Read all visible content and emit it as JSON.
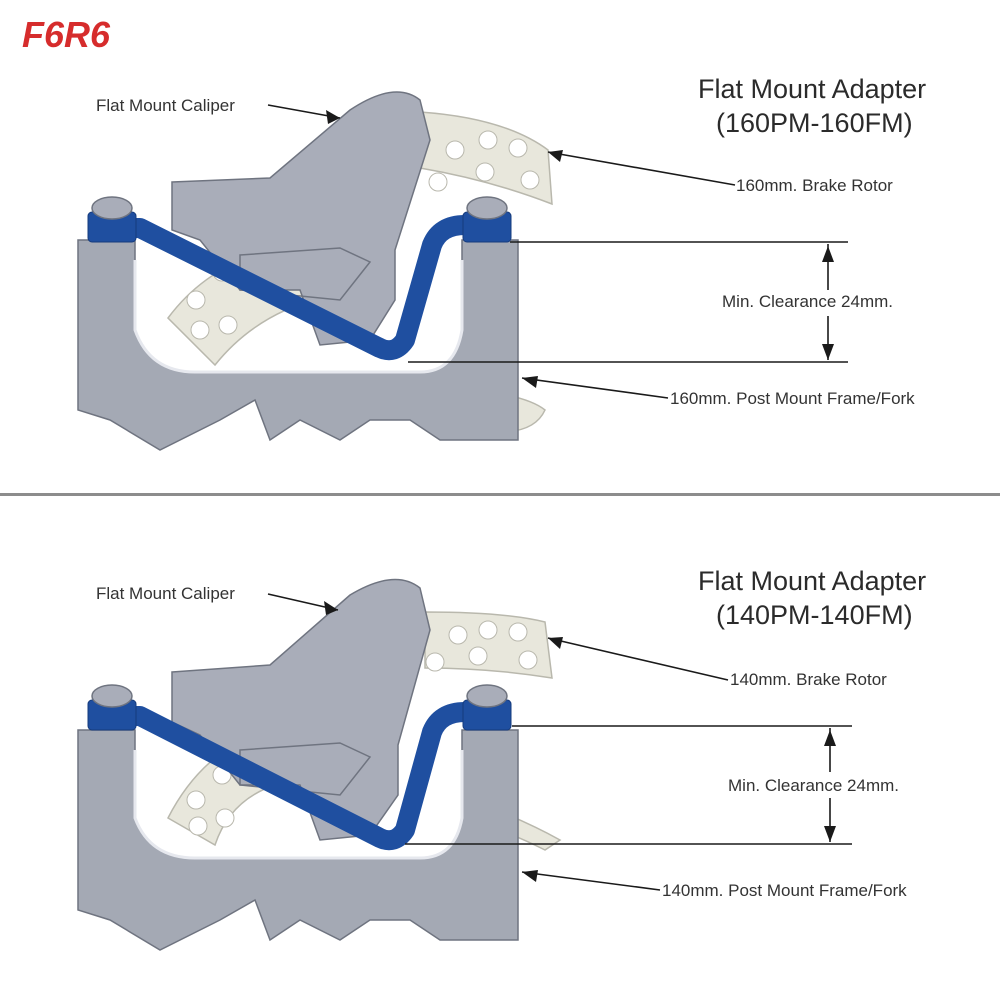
{
  "brand": {
    "text": "F6R6",
    "color": "#d62c2c"
  },
  "colors": {
    "adapter": "#1f4fa0",
    "adapter_dark": "#163b7c",
    "mount": "#a4a9b4",
    "mount_edge": "#6f7480",
    "caliper": "#a9adb9",
    "rotor": "#e8e7dc",
    "rotor_edge": "#b9b8ad",
    "divider": "#8c8c8c"
  },
  "panels": [
    {
      "title_line1": "Flat Mount Adapter",
      "title_line2": "(160PM-160FM)",
      "caliper_label": "Flat Mount Caliper",
      "rotor_label": "160mm. Brake Rotor",
      "clearance_label": "Min. Clearance 24mm.",
      "frame_label": "160mm. Post Mount Frame/Fork"
    },
    {
      "title_line1": "Flat Mount Adapter",
      "title_line2": "(140PM-140FM)",
      "caliper_label": "Flat Mount Caliper",
      "rotor_label": "140mm. Brake Rotor",
      "clearance_label": "Min. Clearance 24mm.",
      "frame_label": "140mm. Post Mount Frame/Fork"
    }
  ]
}
